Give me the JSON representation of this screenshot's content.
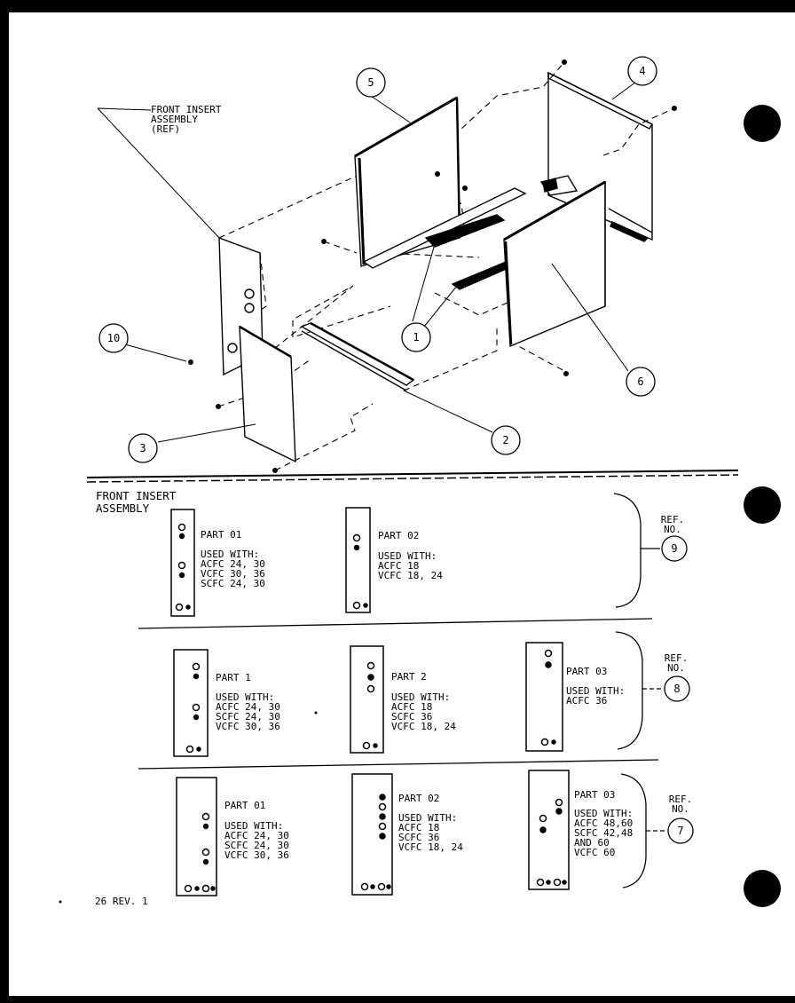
{
  "callouts": {
    "c1": "1",
    "c2": "2",
    "c3": "3",
    "c4": "4",
    "c5": "5",
    "c6": "6",
    "c7": "7",
    "c8": "8",
    "c9": "9",
    "c10": "10"
  },
  "front_insert_ref": {
    "line1": "FRONT INSERT",
    "line2": "ASSEMBLY",
    "line3": "(REF)"
  },
  "section_title": {
    "line1": "FRONT INSERT",
    "line2": "ASSEMBLY"
  },
  "ref_no": {
    "line1": "REF.",
    "line2": "NO."
  },
  "row1": {
    "p1": {
      "part": "PART 01",
      "used": "USED WITH:",
      "lines": [
        "ACFC 24, 30",
        "VCFC 30, 36",
        "SCFC 24, 30"
      ]
    },
    "p2": {
      "part": "PART 02",
      "used": "USED WITH:",
      "lines": [
        "ACFC 18",
        "VCFC 18, 24"
      ]
    }
  },
  "row2": {
    "p1": {
      "part": "PART 1",
      "used": "USED WITH:",
      "lines": [
        "ACFC 24, 30",
        "SCFC 24, 30",
        "VCFC 30, 36"
      ]
    },
    "p2": {
      "part": "PART 2",
      "used": "USED WITH:",
      "lines": [
        "ACFC 18",
        "SCFC 36",
        "VCFC 18, 24"
      ]
    },
    "p3": {
      "part": "PART 03",
      "used": "USED WITH:",
      "lines": [
        "ACFC 36"
      ]
    }
  },
  "row3": {
    "p1": {
      "part": "PART 01",
      "used": "USED WITH:",
      "lines": [
        "ACFC 24, 30",
        "SCFC 24, 30",
        "VCFC 30, 36"
      ]
    },
    "p2": {
      "part": "PART 02",
      "used": "USED WITH:",
      "lines": [
        "ACFC 18",
        "SCFC 36",
        "VCFC 18, 24"
      ]
    },
    "p3": {
      "part": "PART 03",
      "used": "USED WITH:",
      "lines": [
        "ACFC 48,60",
        "SCFC 42,48",
        "AND 60",
        "VCFC 60"
      ]
    }
  },
  "footer": "26 REV. 1"
}
